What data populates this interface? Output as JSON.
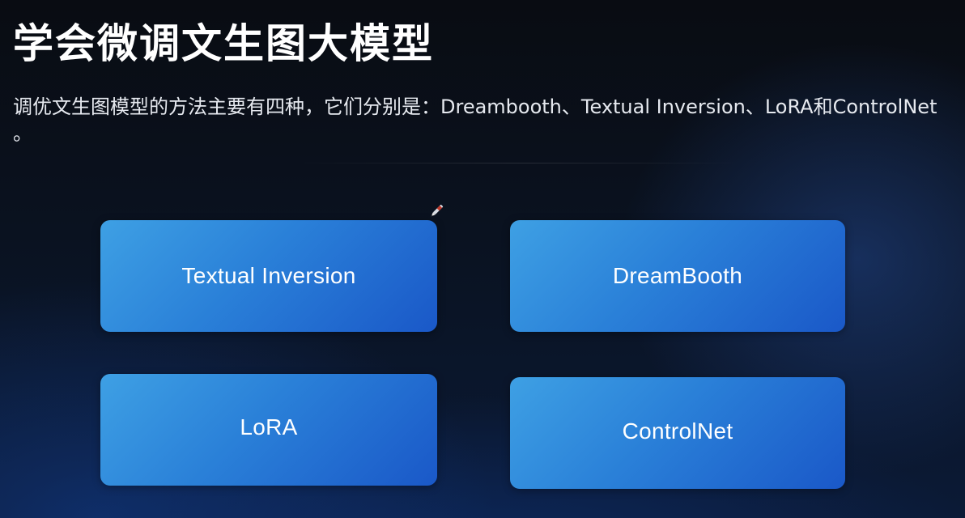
{
  "slide": {
    "title": "学会微调文生图大模型",
    "subtitle": "调优文生图模型的方法主要有四种，它们分别是：Dreambooth、Textual Inversion、LoRA和ControlNet 。"
  },
  "cards": [
    {
      "label": "Textual Inversion"
    },
    {
      "label": "DreamBooth"
    },
    {
      "label": "LoRA"
    },
    {
      "label": "ControlNet"
    }
  ],
  "cursor": {
    "icon": "pen-cursor-icon"
  },
  "colors": {
    "card_light": "#3ea0e4",
    "card_dark": "#1a58c8",
    "background": "#0a1220"
  }
}
